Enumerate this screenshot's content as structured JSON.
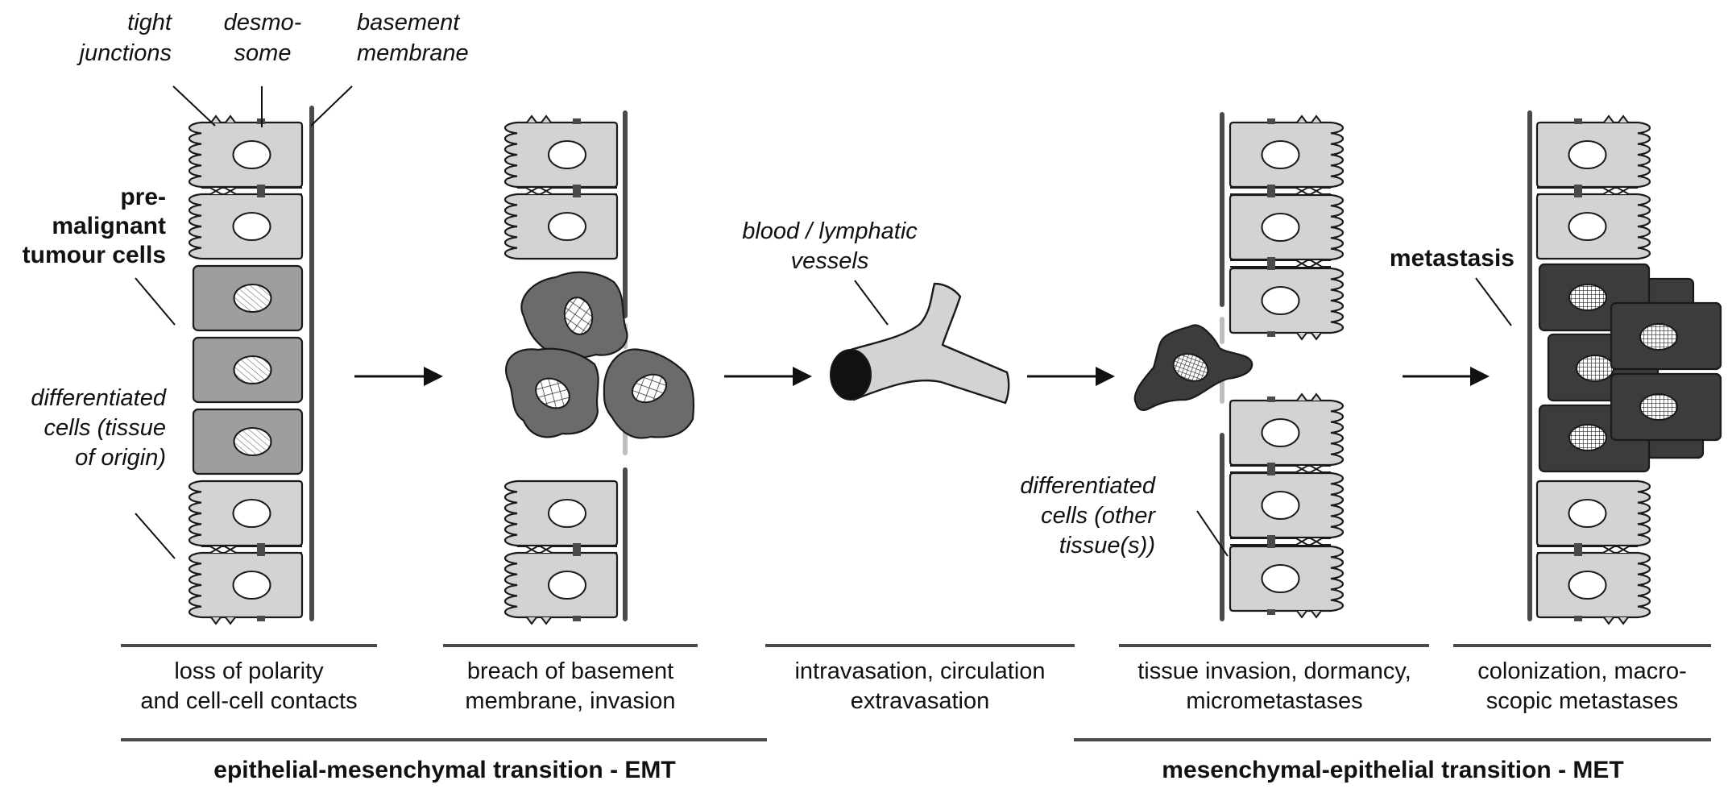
{
  "diagram": {
    "annotations": {
      "tight_junctions": [
        "tight",
        "junctions"
      ],
      "desmosome": [
        "desmo-",
        "some"
      ],
      "basement_membrane": [
        "basement",
        "membrane"
      ],
      "premalignant": [
        "pre-",
        "malignant",
        "tumour cells"
      ],
      "differentiated_origin": [
        "differentiated",
        "cells (tissue",
        "of origin)"
      ],
      "vessels": [
        "blood / lymphatic",
        "vessels"
      ],
      "differentiated_other": [
        "differentiated",
        "cells (other",
        "tissue(s))"
      ],
      "metastasis": "metastasis"
    },
    "stages": [
      {
        "id": "stage-1",
        "lines": [
          "loss of polarity",
          "and cell-cell contacts"
        ]
      },
      {
        "id": "stage-2",
        "lines": [
          "breach of basement",
          "membrane, invasion"
        ]
      },
      {
        "id": "stage-3",
        "lines": [
          "intravasation, circulation",
          "extravasation"
        ]
      },
      {
        "id": "stage-4",
        "lines": [
          "tissue invasion, dormancy,",
          "micrometastases"
        ]
      },
      {
        "id": "stage-5",
        "lines": [
          "colonization, macro-",
          "scopic metastases"
        ]
      }
    ],
    "phases": [
      {
        "id": "emt",
        "label": "epithelial-mesenchymal transition - EMT"
      },
      {
        "id": "met",
        "label": "mesenchymal-epithelial transition - MET"
      }
    ],
    "colors": {
      "normal_cell": "#d3d3d3",
      "premalignant_cell": "#9e9e9e",
      "invasive_cell": "#6b6b6b",
      "metastatic_cell": "#3c3c3c",
      "membrane": "#4a4a4a",
      "broken_membrane": "#bdbdbd",
      "outline": "#1a1a1a"
    }
  }
}
